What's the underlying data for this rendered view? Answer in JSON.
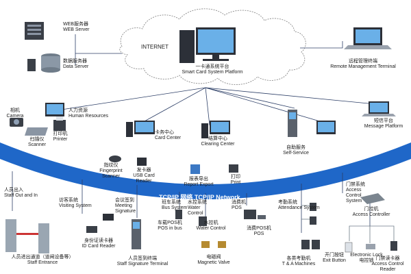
{
  "cloud": {
    "label": "INTERNET"
  },
  "network": {
    "label": "TCP/IP 网络  TCP/IP Network"
  },
  "nodes": {
    "web_server": [
      "WEB服务器",
      "WEB Server"
    ],
    "data_server": [
      "数据服务器",
      "Data Server"
    ],
    "platform": [
      "一卡通系统平台",
      "Smart Card System Platform"
    ],
    "remote": [
      "远程管理终端",
      "Remote Management Terminal"
    ],
    "hr": [
      "人力资源",
      "Human Resources"
    ],
    "camera": [
      "相机",
      "Camera"
    ],
    "scanner": [
      "扫描仪",
      "Scanner"
    ],
    "printer": [
      "打印机",
      "Printer"
    ],
    "card_center": [
      "卡务中心",
      "Card Center"
    ],
    "fingerprint": [
      "指纹仪",
      "Fingerprint",
      "Scanner"
    ],
    "usb_reader": [
      "发卡器",
      "USB Card",
      "Reader"
    ],
    "clearing": [
      "结算中心",
      "Clearing Center"
    ],
    "report": [
      "报表导出",
      "Report Export"
    ],
    "print": [
      "打印",
      "Print"
    ],
    "self_service": [
      "自助服务",
      "Self-Service"
    ],
    "message": [
      "短信平台",
      "Message Platform"
    ],
    "staff_out": [
      "人员出入",
      "Staff Out and In"
    ],
    "visiting": [
      "访客系统",
      "Visiting System"
    ],
    "meeting": [
      "会议签到",
      "Meeting",
      "Signature"
    ],
    "bus": [
      "班车系统",
      "Bus System"
    ],
    "water": [
      "水控系统",
      "Water",
      "Control"
    ],
    "pos": [
      "消费机",
      "POS"
    ],
    "attendance": [
      "考勤系统",
      "Attendance System"
    ],
    "access_sys": [
      "门禁系统",
      "Access",
      "Control",
      "System"
    ],
    "access_ctrl": [
      "门控机",
      "Access Controller"
    ],
    "id_reader": [
      "身份证读卡器",
      "ID Card Reader"
    ],
    "bus_pos": [
      "车载POS机",
      "POS in bus"
    ],
    "water_ctrl": [
      "水控机",
      "Water Control"
    ],
    "pos_machine": [
      "消费POS机",
      "POS"
    ],
    "staff_entrance": [
      "人员进出通道（道闸设备等）",
      "Staff Entrance"
    ],
    "staff_sig": [
      "人员签到终端",
      "Staff Signature Terminal"
    ],
    "magnetic": [
      "电磁阀",
      "Magnetic Valve"
    ],
    "ta": [
      "各类考勤机",
      "T & A Machines"
    ],
    "exit_button": [
      "开门按钮",
      "Exit Button"
    ],
    "elock": [
      "Electronic Lock",
      "电控锁"
    ],
    "ac_reader": [
      "门禁读卡器",
      "Access Control",
      "Reader"
    ]
  },
  "colors": {
    "band": "#1f67c8",
    "screen": "#5aa0e0",
    "device": "#3a3f47",
    "cloud": "#ffffff"
  }
}
